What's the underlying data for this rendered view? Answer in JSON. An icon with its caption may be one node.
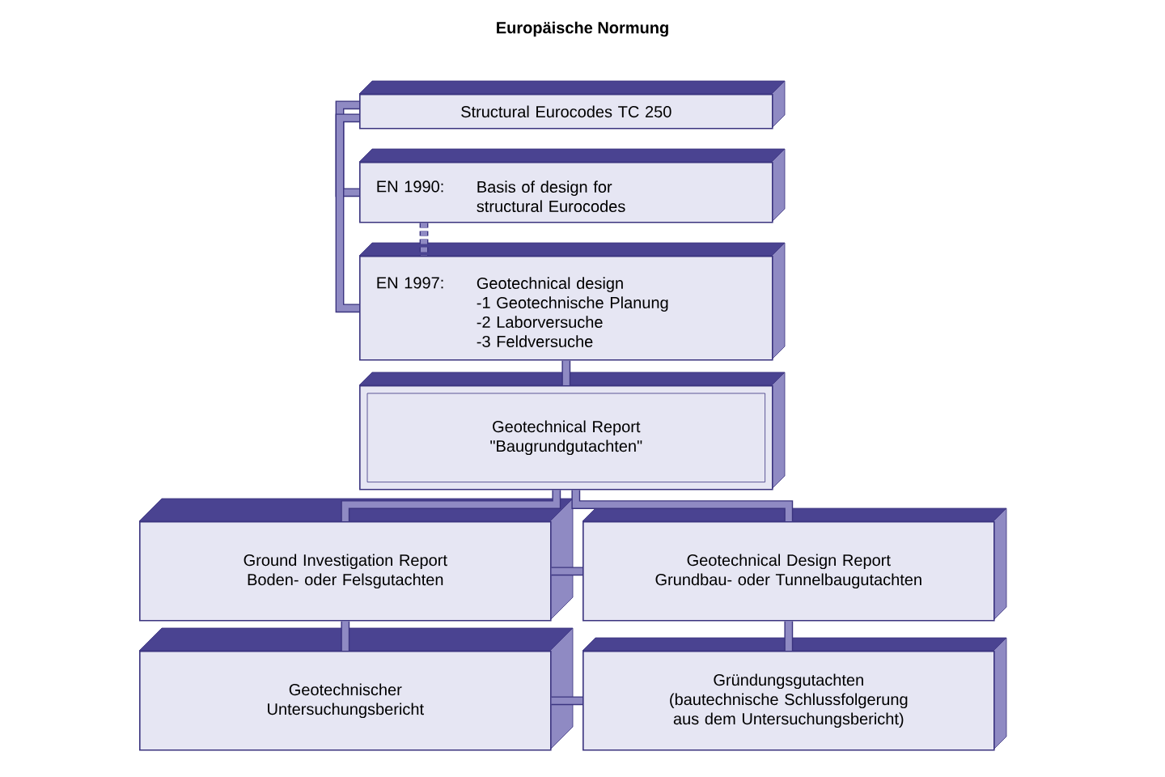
{
  "diagram": {
    "title": "Europäische Normung",
    "nodes": [
      {
        "text": [
          "Structural Eurocodes TC 250"
        ]
      },
      {
        "text": [
          "EN 1990:",
          "Basis of design for structural Eurocodes"
        ]
      },
      {
        "text": [
          "EN 1997:",
          "Geotechnical design",
          "-1 Geotechnische Planung",
          "-2 Laborversuche",
          "-3 Feldversuche"
        ]
      },
      {
        "text": [
          "Geotechnical Report",
          "\"Baugrundgutachten\""
        ]
      },
      {
        "text": [
          "Ground Investigation Report",
          "Boden- oder Felsgutachten"
        ]
      },
      {
        "text": [
          "Geotechnical Design Report",
          "Grundbau- oder Tunnelbaugutachten"
        ]
      },
      {
        "text": [
          "Geotechnischer Untersuchungsbericht"
        ]
      },
      {
        "text": [
          "Gründungsgutachten",
          "(bautechnische Schlussfolgerung aus dem Untersuchungsbericht)"
        ]
      }
    ],
    "edges": [
      {
        "from": 0,
        "to": 1,
        "arrow": "none"
      },
      {
        "from": 0,
        "to": 2,
        "arrow": "none"
      },
      {
        "from": 1,
        "to": 2,
        "arrow": "none",
        "style": "dashed"
      },
      {
        "from": 2,
        "to": 3,
        "arrow": "none"
      },
      {
        "from": 3,
        "to": 4,
        "arrow": "none"
      },
      {
        "from": 3,
        "to": 5,
        "arrow": "none"
      },
      {
        "from": 4,
        "to": 5,
        "arrow": "none"
      },
      {
        "from": 4,
        "to": 6,
        "arrow": "none"
      },
      {
        "from": 5,
        "to": 7,
        "arrow": "none"
      },
      {
        "from": 6,
        "to": 7,
        "arrow": "none"
      }
    ]
  }
}
